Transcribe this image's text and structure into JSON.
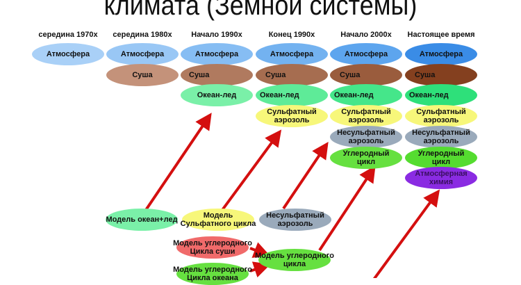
{
  "title": "климата (Земной системы)",
  "periods": [
    "середина 1970х",
    "середина 1980х",
    "Начало 1990х",
    "Конец 1990х",
    "Начало 2000х",
    "Настоящее время"
  ],
  "components": {
    "atmosphere": "Атмосфера",
    "land": "Суша",
    "ocean_ice": "Океан-лед",
    "sulfate_1": "Сульфатный",
    "sulfate_2": "аэрозоль",
    "nonsulfate_1": "Несульфатный",
    "nonsulfate_2": "аэрозоль",
    "carbon_1": "Углеродный",
    "carbon_2": "цикл",
    "chem_1": "Атмосферная",
    "chem_2": "химия"
  },
  "models": {
    "ocean_ice": "Модель океан+лед",
    "sulfate_1": "Модель",
    "sulfate_2": "Сульфатного цикла",
    "nonsulfate_1": "Несульфатный",
    "nonsulfate_2": "аэрозоль",
    "land_carbon_1": "Модель углеродного",
    "land_carbon_2": "Цикла суши",
    "carbon_1": "Модель углеродного",
    "carbon_2": "цикла",
    "ocean_carbon_1": "Модель углеродного",
    "ocean_carbon_2": "Цикла океана"
  },
  "colors": {
    "arrow": "#d40f0f",
    "ocean": "#3fe68a",
    "sulfate": "#f7f77a",
    "nonsulfate": "#9aaabb",
    "carbon": "#66e040",
    "chem": "#8a2be2",
    "land_carbon": "#f06a6a"
  }
}
